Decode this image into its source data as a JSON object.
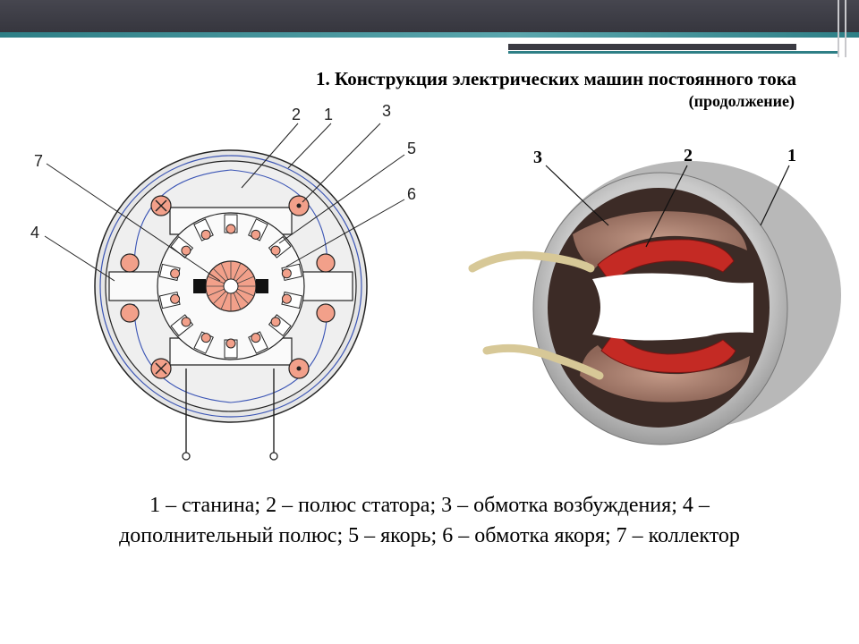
{
  "slide": {
    "title": "1. Конструкция электрических машин постоянного тока",
    "subtitle": "(продолжение)"
  },
  "diagram": {
    "labels": [
      "1",
      "2",
      "3",
      "4",
      "5",
      "6",
      "7"
    ]
  },
  "photo": {
    "labels": [
      "1",
      "2",
      "3"
    ]
  },
  "caption": {
    "line1": "1 – станина; 2 – полюс статора; 3 – обмотка возбуждения; 4 –",
    "line2": "дополнительный полюс; 5 – якорь; 6 – обмотка якоря; 7 – коллектор"
  },
  "colors": {
    "accent_teal": "#2e7f86",
    "header_dark": "#3a3a42",
    "flux_line": "#3b55b5",
    "winding_fill": "#f2a08a"
  }
}
